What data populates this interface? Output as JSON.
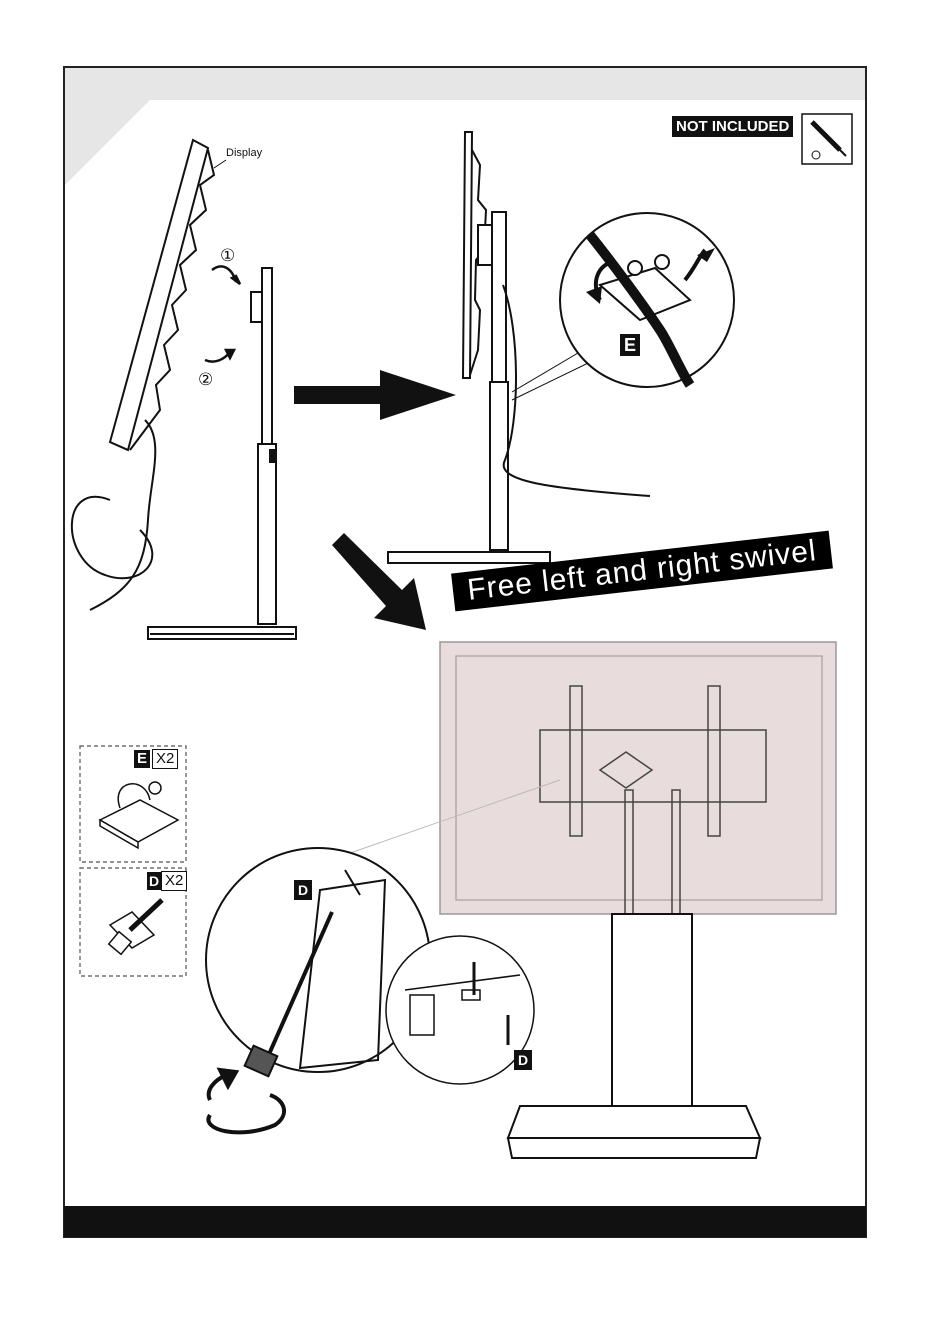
{
  "labels": {
    "display": "Display",
    "step1": "①",
    "step2": "②",
    "not_included": "NOT INCLUDED",
    "swivel": "Free left and right swivel",
    "part_e": "E",
    "part_d": "D",
    "qty_e": "X2",
    "qty_d": "X2"
  },
  "colors": {
    "ink": "#111111",
    "panel_tint": "#e9dcdc",
    "header_gray": "#e6e6e6",
    "footer_bar": "#111111"
  }
}
